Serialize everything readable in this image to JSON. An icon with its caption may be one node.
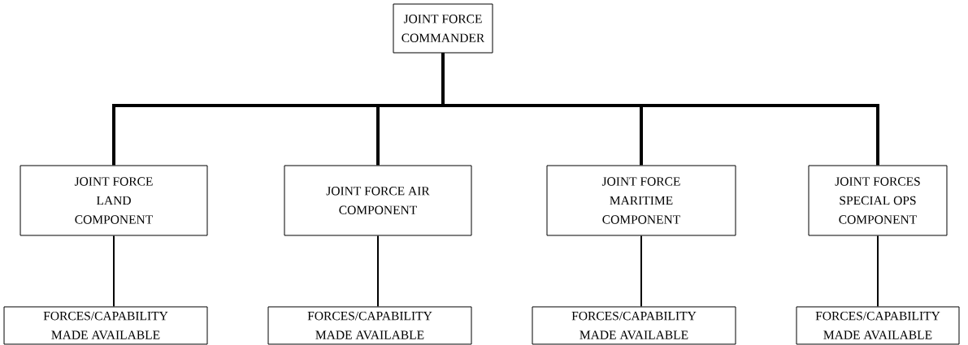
{
  "diagram": {
    "nodes": [
      {
        "text": [
          "JOINT FORCE COMMANDER"
        ]
      },
      {
        "text": [
          "JOINT FORCE LAND COMPONENT"
        ]
      },
      {
        "text": [
          "JOINT FORCE AIR COMPONENT"
        ]
      },
      {
        "text": [
          "JOINT FORCE MARITIME COMPONENT"
        ]
      },
      {
        "text": [
          "JOINT FORCES SPECIAL OPS COMPONENT"
        ]
      },
      {
        "text": [
          "FORCES/CAPABILITY MADE AVAILABLE"
        ]
      },
      {
        "text": [
          "FORCES/CAPABILITY MADE AVAILABLE"
        ]
      },
      {
        "text": [
          "FORCES/CAPABILITY MADE AVAILABLE"
        ]
      },
      {
        "text": [
          "FORCES/CAPABILITY MADE AVAILABLE"
        ]
      }
    ],
    "edges": [
      {
        "from": 0,
        "to": 1,
        "arrow": "none",
        "style": "thick"
      },
      {
        "from": 0,
        "to": 2,
        "arrow": "none",
        "style": "thick"
      },
      {
        "from": 0,
        "to": 3,
        "arrow": "none",
        "style": "thick"
      },
      {
        "from": 0,
        "to": 4,
        "arrow": "none",
        "style": "thick"
      },
      {
        "from": 1,
        "to": 5,
        "arrow": "none"
      },
      {
        "from": 2,
        "to": 6,
        "arrow": "none"
      },
      {
        "from": 3,
        "to": 7,
        "arrow": "none"
      },
      {
        "from": 4,
        "to": 8,
        "arrow": "none"
      }
    ]
  }
}
